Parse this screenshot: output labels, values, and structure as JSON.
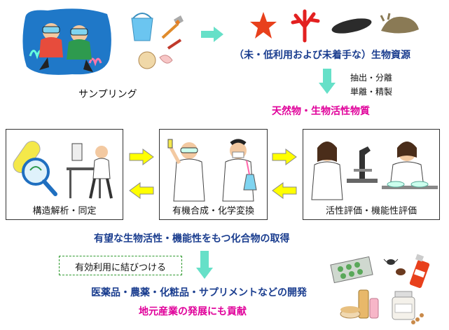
{
  "top": {
    "sampling_label": "サンプリング",
    "bioresource_label": "（未・低利用および未着手な）生物資源",
    "process_step1": "抽出・分離",
    "process_step2": "単離・精製",
    "natural_products_label": "天然物・生物活性物質"
  },
  "process_boxes": [
    {
      "label": "構造解析・同定"
    },
    {
      "label": "有機合成・化学変換"
    },
    {
      "label": "活性評価・機能性評価"
    }
  ],
  "bottom": {
    "obtain_compounds": "有望な生物活性・機能性をもつ化合物の取得",
    "effective_use": "有効利用に結びつける",
    "development": "医薬品・農薬・化粧品・サプリメントなどの開発",
    "contribution": "地元産業の発展にも貢献"
  },
  "colors": {
    "arrow_fill": "#ffff00",
    "arrow_stroke": "#888888",
    "teal_arrow": "#66e0c8",
    "blue_text": "#1a3d8f",
    "magenta_text": "#e0009a",
    "dashed_border": "#2e9a2e"
  }
}
